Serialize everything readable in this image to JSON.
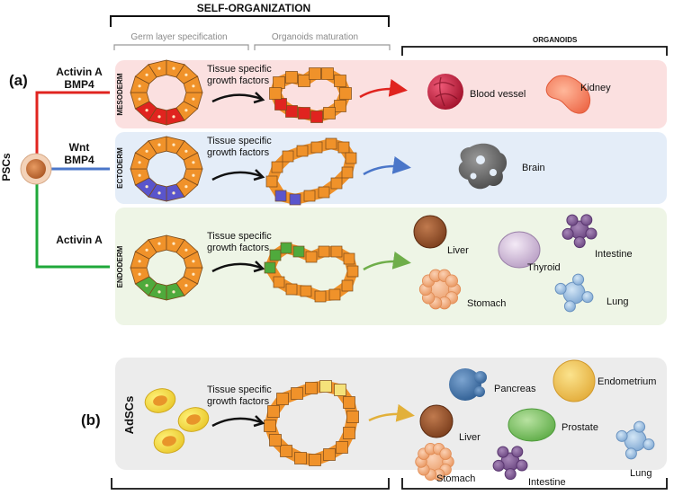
{
  "header": {
    "self_organization": "SELF-ORGANIZATION",
    "germ_layer": "Germ layer specification",
    "maturation": "Organoids maturation",
    "organoids": "ORGANOIDS"
  },
  "panel_a": {
    "label": "(a)",
    "stem": "PSCs",
    "rows": [
      {
        "layer": "MESODERM",
        "factor_line1": "Activin A",
        "factor_line2": "BMP4",
        "growth1": "Tissue specific",
        "growth2": "growth factors",
        "color": "#e0241f",
        "organoids": [
          "Blood vessel",
          "Kidney"
        ]
      },
      {
        "layer": "ECTODERM",
        "factor_line1": "Wnt",
        "factor_line2": "BMP4",
        "growth1": "Tissue specific",
        "growth2": "growth factors",
        "color": "#5a55cc",
        "organoids": [
          "Brain"
        ]
      },
      {
        "layer": "ENDODERM",
        "factor_line1": "Activin A",
        "factor_line2": "",
        "growth1": "Tissue specific",
        "growth2": "growth factors",
        "color": "#4faa3c",
        "organoids": [
          "Liver",
          "Thyroid",
          "Intestine",
          "Stomach",
          "Lung"
        ]
      }
    ]
  },
  "panel_b": {
    "label": "(b)",
    "stem": "AdSCs",
    "growth1": "Tissue specific",
    "growth2": "growth factors",
    "organoids": [
      "Pancreas",
      "Endometrium",
      "Liver",
      "Prostate",
      "Lung",
      "Stomach",
      "Intestine"
    ]
  },
  "colors": {
    "mesoderm_bg": "#fbe0e0",
    "ectoderm_bg": "#e4edf8",
    "endoderm_bg": "#eef5e6",
    "adscs_bg": "#ececec",
    "cell_orange": "#f0922a",
    "line_red": "#e0241f",
    "line_blue": "#4a76c9",
    "line_green": "#1fa83a"
  }
}
